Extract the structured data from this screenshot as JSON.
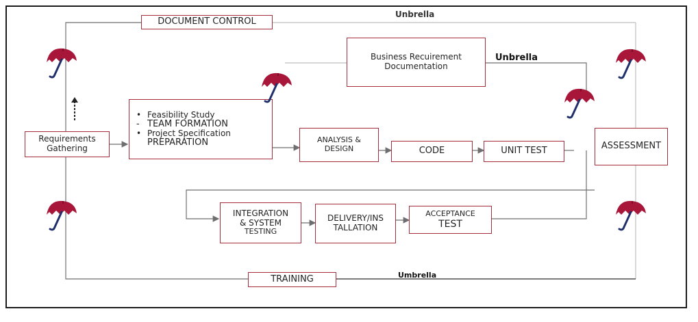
{
  "umbrella_labels": {
    "top": "Unbrella",
    "business": "Unbrella",
    "bottom": "Umbrella"
  },
  "boxes": {
    "document_control": "DOCUMENT CONTROL",
    "business_requirement": [
      "Business Recuirement",
      "Documentation"
    ],
    "requirements_gathering": [
      "Requirements",
      "Gathering"
    ],
    "feasibility": [
      {
        "bullet": "•",
        "text": "Feasibility Study"
      },
      {
        "bullet": "-",
        "text": "TEAM FORMATION"
      },
      {
        "bullet": "•",
        "text": "Project Specification"
      },
      {
        "bullet": "",
        "text": "PREPARATION"
      }
    ],
    "analysis_design": [
      "ANALYSIS &",
      "DESIGN"
    ],
    "code": "CODE",
    "unit_test": "UNIT TEST",
    "assessment": "ASSESSMENT",
    "integration": [
      "INTEGRATION",
      "& SYSTEM",
      "TESTING"
    ],
    "delivery": [
      "DELIVERY/INS",
      "TALLATION"
    ],
    "acceptance": [
      "ACCEPTANCE",
      "TEST"
    ],
    "training": "TRAINING"
  },
  "colors": {
    "box_border": "#a52a3a",
    "connector": "#6e6e6e",
    "umbrella_canopy": "#a8163a",
    "umbrella_handle": "#1f2f6a"
  },
  "icons": [
    "umbrella-icon",
    "up-arrow-icon"
  ]
}
